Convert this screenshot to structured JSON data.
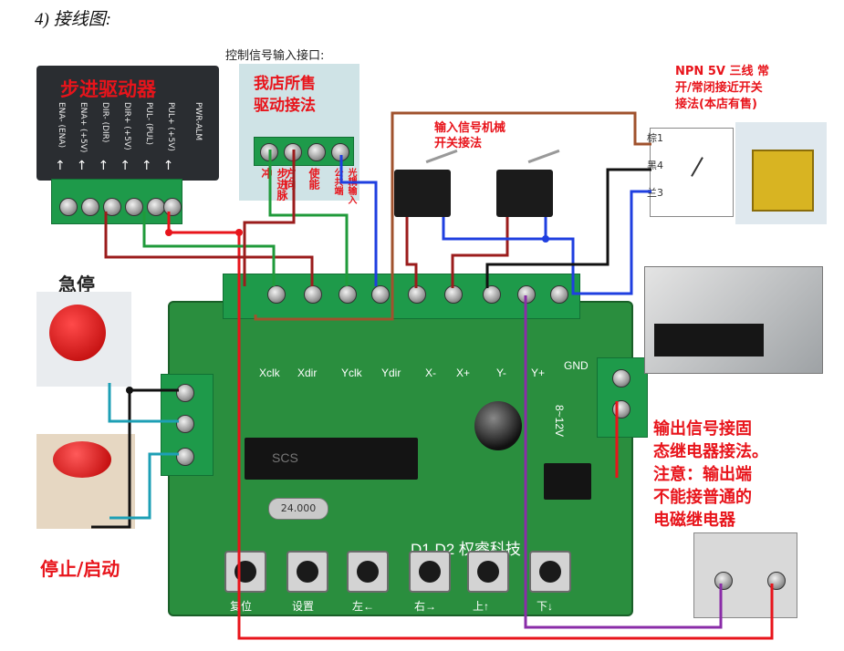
{
  "heading": "4)  接线图:",
  "control_input_title": "控制信号输入接口:",
  "driver": {
    "label": "步进驱动器",
    "terminals": [
      "ENA- (ENA)",
      "ENA+ (+5V)",
      "DIR- (DIR)",
      "DIR+ (+5V)",
      "PUL- (PUL)",
      "PUL+ (+5V)",
      "PWR-ALM"
    ]
  },
  "own_driver_label": [
    "我店所售",
    "驱动接法"
  ],
  "control_terminal_labels": [
    "步进脉冲",
    "方向",
    "使能",
    "光耦输入公共端"
  ],
  "mech_switch_label": [
    "输入信号机械",
    "开关接法"
  ],
  "npn_label": [
    "NPN 5V 三线 常",
    "开/常闭接近开关",
    "接法(本店有售)"
  ],
  "sensor_wires": [
    "棕1",
    "黑4",
    "兰3"
  ],
  "estop_label": "急停",
  "stop_start_label": "停止/启动",
  "output_label": [
    "输出信号接固",
    "态继电器接法。",
    "注意：输出端",
    "不能接普通的",
    "电磁继电器"
  ],
  "board": {
    "silk_top": [
      "Xclk",
      "Xdir",
      "Yclk",
      "Ydir",
      "X-",
      "X+",
      "Y-",
      "Y+",
      "GND"
    ],
    "power_label": "8~12V",
    "crystal": "24.000",
    "brand": "D1  D2  权睿科技",
    "chip_label": "SCS",
    "buttons": [
      "复位",
      "设置",
      "左←",
      "右→",
      "上↑",
      "下↓"
    ]
  },
  "colors": {
    "wire_red": "#e8141b",
    "wire_dark_red": "#9b1c1c",
    "wire_green": "#1f9a3a",
    "wire_blue": "#1f3fe0",
    "wire_black": "#111111",
    "wire_teal": "#1d9fb5",
    "wire_purple": "#8a2ca8",
    "wire_brown": "#a0522d"
  }
}
